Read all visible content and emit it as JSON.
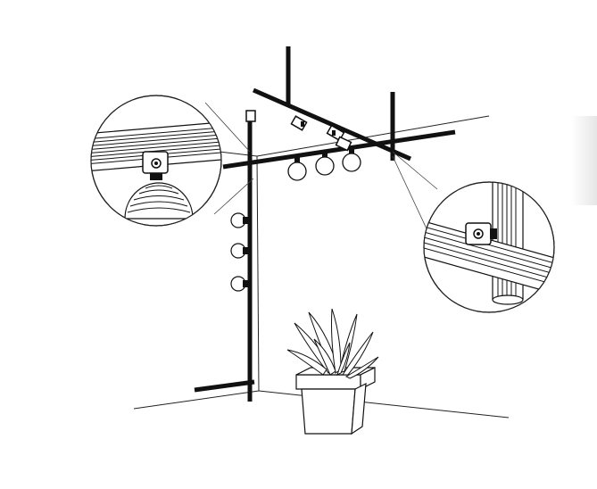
{
  "scene": {
    "subject": "track-lighting-system-installation",
    "background_color": "#ffffff",
    "line_color": "#111111",
    "accent_gray": "#d9d9d9"
  },
  "callouts": [
    {
      "name": "track-rail-detail-left",
      "icon": "magnifier-circle"
    },
    {
      "name": "track-joint-detail-right",
      "icon": "magnifier-circle"
    }
  ],
  "components": {
    "ceiling_track": "horizontal-bars",
    "wall_track": "vertical-bar",
    "spotlights": 3,
    "globe_pendants": 3,
    "wall_spotlights": 3,
    "plant": "potted-agave"
  }
}
